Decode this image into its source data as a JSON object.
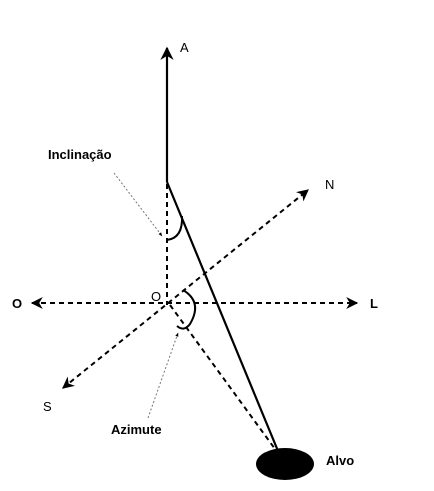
{
  "diagram": {
    "labels": {
      "vertical": "A",
      "north": "N",
      "east": "L",
      "west": "O",
      "south": "S",
      "origin": "O",
      "inclination": "Inclinação",
      "azimuth": "Azimute",
      "target": "Alvo"
    }
  }
}
